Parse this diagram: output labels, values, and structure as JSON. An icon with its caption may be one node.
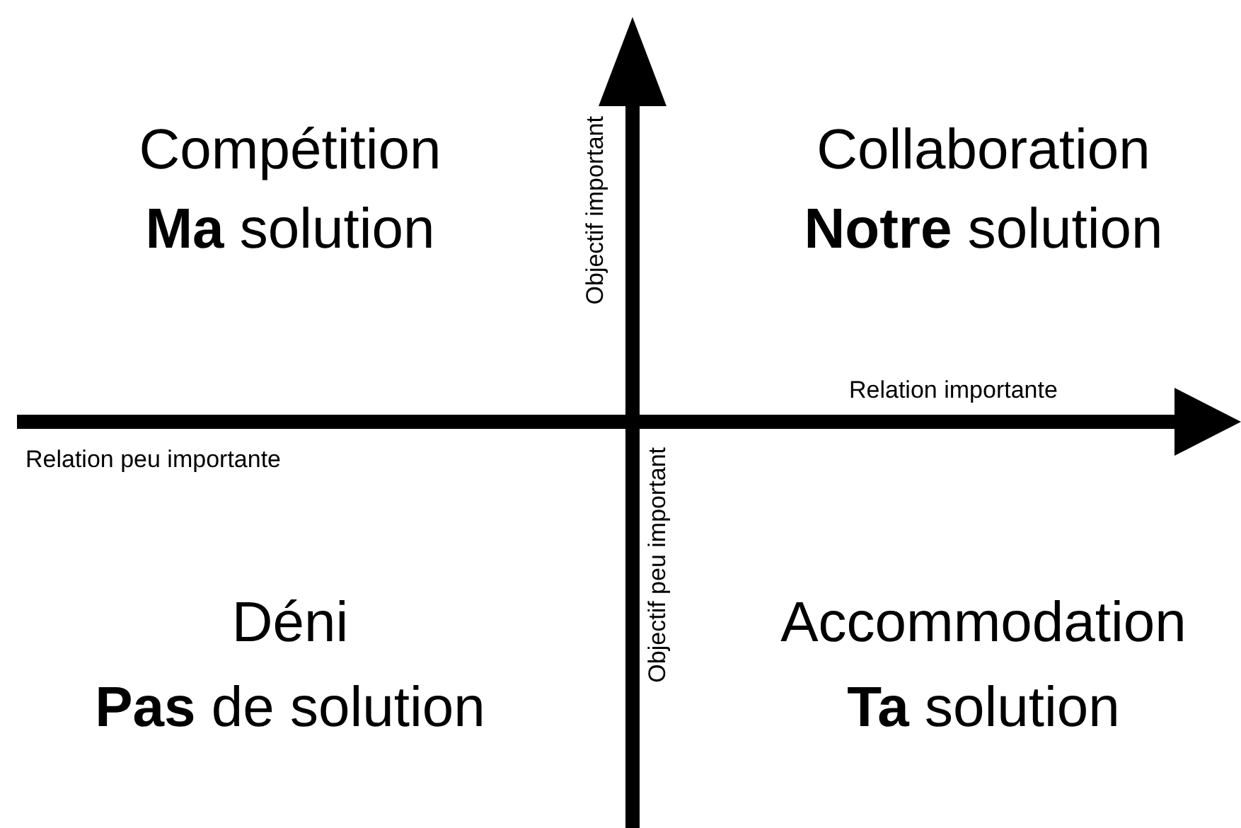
{
  "diagram": {
    "labels": [
      "Compétition",
      "**Ma** solution",
      "Collaboration",
      "**Notre** solution",
      "Objectif important",
      "Relation importante",
      "Relation peu importante",
      "Objectif peu important",
      "Déni",
      "**Pas** de solution",
      "Accommodation",
      "**Ta** solution"
    ]
  }
}
